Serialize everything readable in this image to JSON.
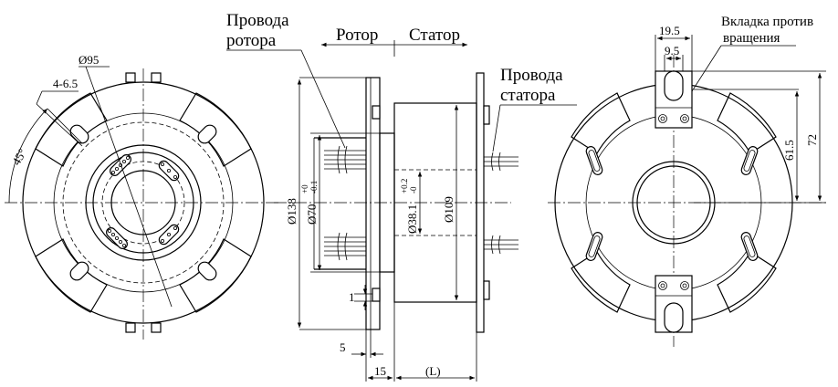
{
  "labels": {
    "rotor_wires": [
      "Провода",
      "ротора"
    ],
    "stator_wires": [
      "Провода",
      "статора"
    ],
    "rotor": "Ротор",
    "stator": "Статор",
    "anti_rotation_tab": [
      "Вкладка против",
      "вращения"
    ]
  },
  "dimensions": {
    "d95": "Ø95",
    "holes": "4-6.5",
    "angle": "45°",
    "d138": "Ø138",
    "d70_base": "Ø70",
    "d70_tol_upper": "+0",
    "d70_tol_lower": "-0.1",
    "d38_base": "Ø38.1",
    "d38_tol_upper": "+0.2",
    "d38_tol_lower": "-0",
    "d109": "Ø109",
    "dim_1": "1",
    "dim_5": "5",
    "dim_15": "15",
    "dim_L": "(L)",
    "dim_19_5": "19.5",
    "dim_9_5": "9.5",
    "dim_61_5": "61.5",
    "dim_72": "72"
  }
}
